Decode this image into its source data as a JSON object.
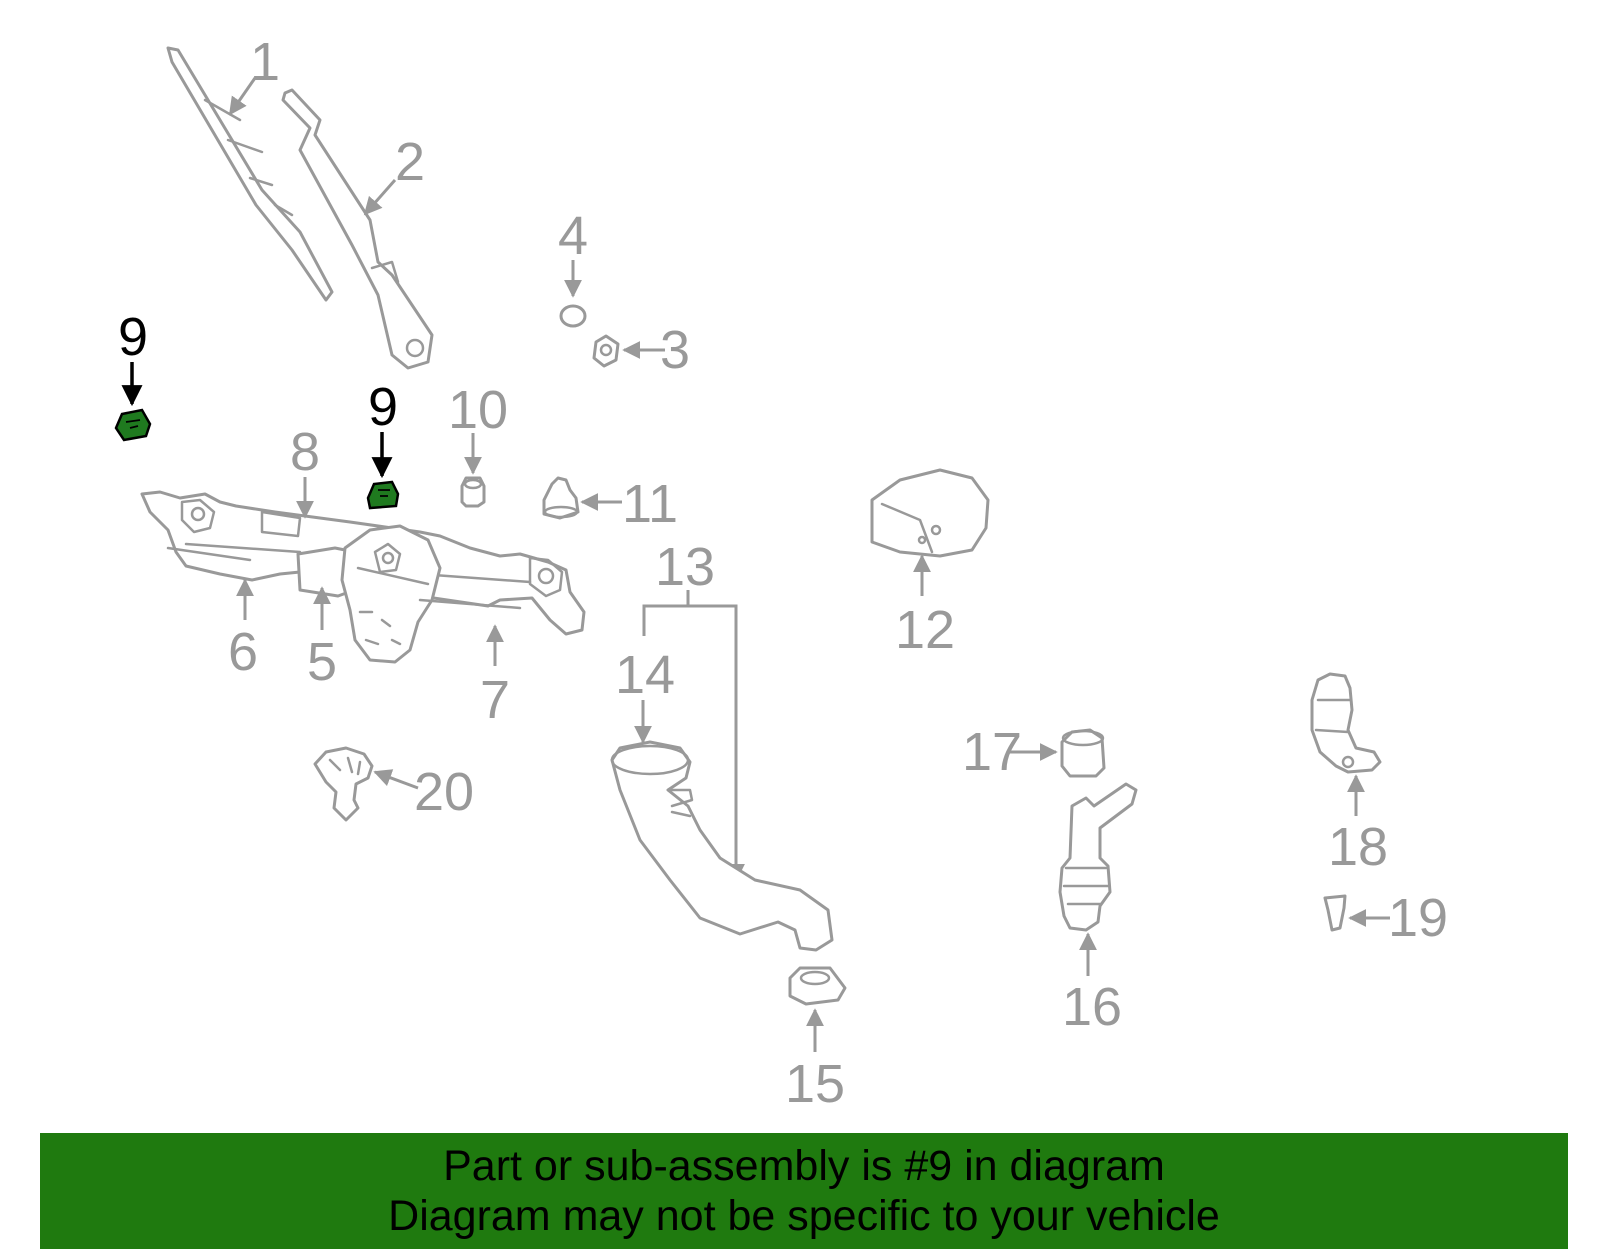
{
  "diagram": {
    "callouts": {
      "c1": "1",
      "c2": "2",
      "c3": "3",
      "c4": "4",
      "c5": "5",
      "c6": "6",
      "c7": "7",
      "c8": "8",
      "c9a": "9",
      "c9b": "9",
      "c10": "10",
      "c11": "11",
      "c12": "12",
      "c13": "13",
      "c14": "14",
      "c15": "15",
      "c16": "16",
      "c17": "17",
      "c18": "18",
      "c19": "19",
      "c20": "20"
    },
    "highlight_color": "#1f7a1f",
    "part_color": "#999999"
  },
  "banner": {
    "line1": "Part or sub-assembly is #9 in diagram",
    "line2": "Diagram may not be specific to your vehicle",
    "background": "#1f7a0f"
  }
}
